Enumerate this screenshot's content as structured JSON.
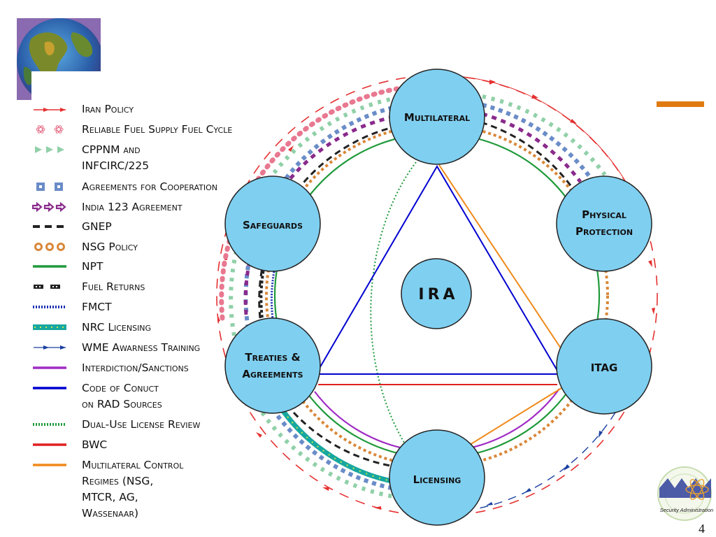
{
  "colors": {
    "node_fill": "#7fcff0",
    "node_stroke": "#222222",
    "iran_policy": "#e53030",
    "reliable_fuel": "#e87890",
    "cppnm": "#90d0a8",
    "agreements": "#6a8cc8",
    "india123": "#8a2a8c",
    "gnep": "#222222",
    "nsg": "#d9883a",
    "npt": "#1f9a3a",
    "fuel_returns": "#222222",
    "fmct": "#1a2fb0",
    "nrc": "#17a7a0",
    "nrc_dots": "#c8e84a",
    "wme": "#1a3fa0",
    "interdiction": "#a12cc4",
    "code_of_conduct": "#0000d0",
    "dual_use": "#1f9a3a",
    "bwc": "#e02020",
    "mcr": "#f08a1c",
    "accent_bar": "#e07a10"
  },
  "legend": [
    {
      "id": "iran-policy",
      "label": "Iran Policy",
      "symbol": "red-arrow-line-icon"
    },
    {
      "id": "reliable-fuel",
      "label": "Reliable Fuel Supply Fuel Cycle",
      "symbol": "atom-pair-icon"
    },
    {
      "id": "cppnm",
      "label": "CPPNM and",
      "label2": "INFCIRC/225",
      "symbol": "green-triangles-icon"
    },
    {
      "id": "agreements",
      "label": "Agreements for Cooperation",
      "symbol": "blue-squares-icon"
    },
    {
      "id": "india123",
      "label": "India 123 Agreement",
      "symbol": "purple-arrows-icon"
    },
    {
      "id": "gnep",
      "label": "GNEP",
      "symbol": "black-dash-line-icon"
    },
    {
      "id": "nsg",
      "label": "NSG Policy",
      "symbol": "orange-rings-icon"
    },
    {
      "id": "npt",
      "label": "NPT",
      "symbol": "green-line-icon"
    },
    {
      "id": "fuel-returns",
      "label": "Fuel Returns",
      "symbol": "black-dotted-dash-icon"
    },
    {
      "id": "fmct",
      "label": "FMCT",
      "symbol": "blue-dotted-line-icon"
    },
    {
      "id": "nrc",
      "label": "NRC Licensing",
      "symbol": "teal-dotted-band-icon"
    },
    {
      "id": "wme",
      "label": "WME Awarness Training",
      "symbol": "blue-arrow-line-icon"
    },
    {
      "id": "interdiction",
      "label": "Interdiction/Sanctions",
      "symbol": "purple-line-icon"
    },
    {
      "id": "code-of-conduct",
      "label": "Code of Conuct",
      "label2": "on RAD Sources",
      "symbol": "blue-line-icon"
    },
    {
      "id": "dual-use",
      "label": "Dual-Use License Review",
      "symbol": "green-dotted-line-icon"
    },
    {
      "id": "bwc",
      "label": "BWC",
      "symbol": "red-line-icon"
    },
    {
      "id": "mcr",
      "label": "Multilateral Control",
      "label2": "Regimes (NSG,",
      "label3": "MTCR, AG,",
      "label4": "Wassenaar)",
      "symbol": "orange-line-icon"
    }
  ],
  "nodes": {
    "multilateral": "Multilateral",
    "physical1": "Physical",
    "physical2": "Protection",
    "itag": "ITAG",
    "licensing": "Licensing",
    "treaties1": "Treaties &",
    "treaties2": "Agreements",
    "safeguards": "Safeguards",
    "ira": "IRA"
  },
  "seal_text": "Security Administration",
  "page_number": "4"
}
